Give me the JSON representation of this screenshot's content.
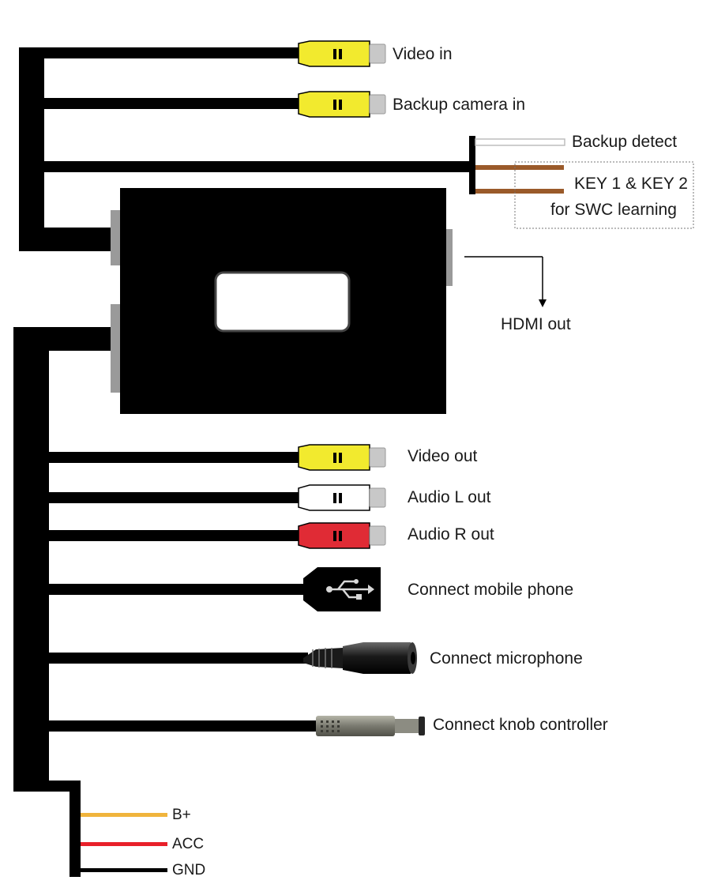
{
  "labels": {
    "video_in": "Video in",
    "backup_camera_in": "Backup camera in",
    "backup_detect": "Backup detect",
    "key_line1": "KEY 1 & KEY 2",
    "key_line2": "for SWC learning",
    "hdmi_out": "HDMI out",
    "video_out": "Video out",
    "audio_l_out": "Audio L out",
    "audio_r_out": "Audio R out",
    "connect_mobile_phone": "Connect mobile phone",
    "connect_microphone": "Connect microphone",
    "connect_knob_controller": "Connect knob controller",
    "b_plus": "B+",
    "acc": "ACC",
    "gnd": "GND"
  },
  "colors": {
    "cable": "#000000",
    "rca_yellow": "#f2ea2e",
    "rca_white": "#ffffff",
    "rca_red": "#e02b35",
    "rca_tip": "#c8c8c8",
    "key_wire": "#9a5a2a",
    "b_plus_wire": "#f0b43c",
    "acc_wire": "#e8202a",
    "gnd_wire": "#000000",
    "box": "#000000",
    "box_port": "#9a9a9a"
  },
  "icons": {
    "usb": "usb-icon"
  }
}
